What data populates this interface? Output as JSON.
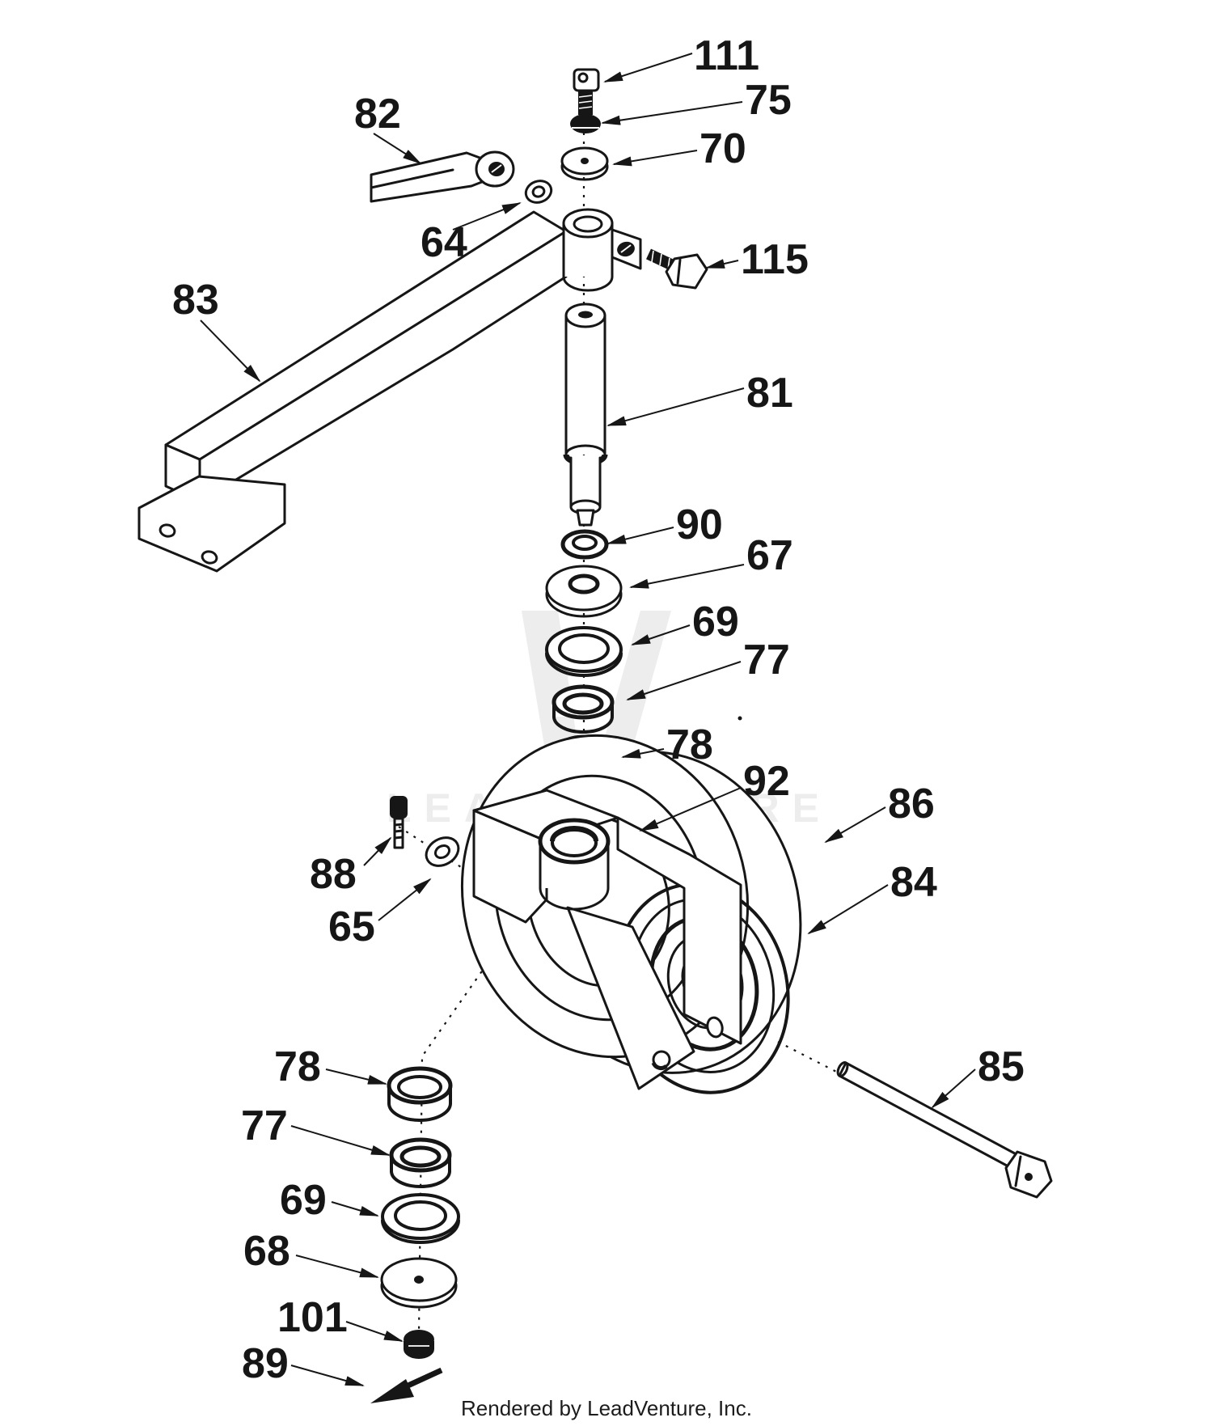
{
  "colors": {
    "ink": "#161616",
    "watermark": "#ededed",
    "background": "#ffffff"
  },
  "watermark": {
    "text": "LEADVENTURE"
  },
  "footer": {
    "text": "Rendered by LeadVenture, Inc."
  },
  "callouts": {
    "c111": "111",
    "c75": "75",
    "c70": "70",
    "c82": "82",
    "c64": "64",
    "c115": "115",
    "c83": "83",
    "c81": "81",
    "c90": "90",
    "c67": "67",
    "c69_upper": "69",
    "c77_upper": "77",
    "c78_upper": "78",
    "c92": "92",
    "c86": "86",
    "c84": "84",
    "c88": "88",
    "c65": "65",
    "c85": "85",
    "c78_lower": "78",
    "c77_lower": "77",
    "c69_lower": "69",
    "c68": "68",
    "c101": "101",
    "c89": "89"
  }
}
